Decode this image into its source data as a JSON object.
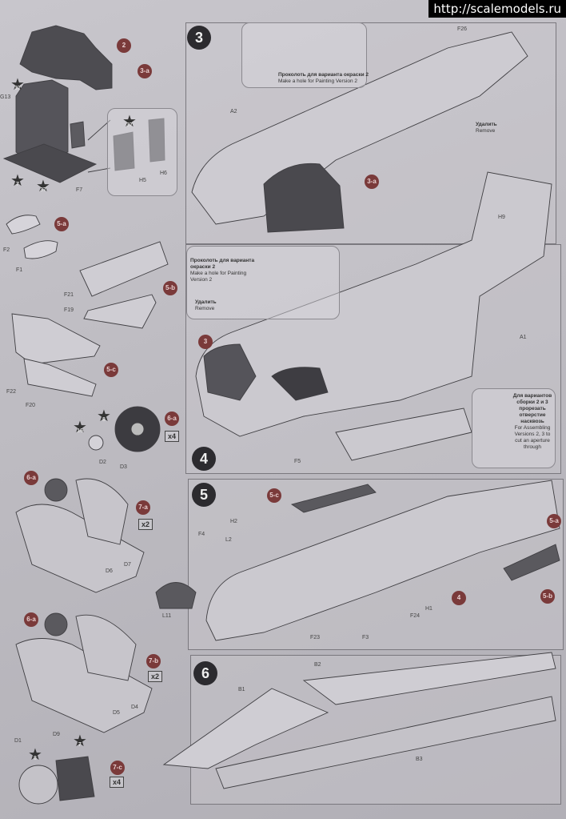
{
  "watermark": "http://scalemodels.ru",
  "steps": {
    "s3": "3",
    "s4": "4",
    "s5": "5",
    "s6": "6"
  },
  "subassemblies": {
    "a3": "3-a",
    "a5": "5-a",
    "b5": "5-b",
    "c5": "5-c",
    "a6": "6-a",
    "a7": "7-a",
    "b7": "7-b",
    "c7": "7-c",
    "ref2": "2",
    "ref3": "3",
    "ref4": "4"
  },
  "qty": {
    "q6a": "x4",
    "q7a": "x2",
    "q7b": "x2",
    "q7c": "x4"
  },
  "stars": {
    "s37a": "37",
    "s37b": "37",
    "s37c": "37",
    "s7a": "7",
    "s7b": "7",
    "s16": "16",
    "s8": "8",
    "s8b": "8"
  },
  "parts": {
    "G13": "G13",
    "F7": "F7",
    "H5": "H5",
    "H6": "H6",
    "F2": "F2",
    "F1": "F1",
    "F21": "F21",
    "F19": "F19",
    "F22": "F22",
    "F20": "F20",
    "D2": "D2",
    "D3": "D3",
    "D6": "D6",
    "D7": "D7",
    "D5": "D5",
    "D4": "D4",
    "D1": "D1",
    "D9": "D9",
    "A2": "A2",
    "F26": "F26",
    "H9": "H9",
    "A1": "A1",
    "F5": "F5",
    "H2": "H2",
    "F4": "F4",
    "L2": "L2",
    "L11": "L11",
    "F24": "F24",
    "H1": "H1",
    "F23": "F23",
    "F3": "F3",
    "B2": "B2",
    "B1": "B1",
    "B3": "B3"
  },
  "notes": {
    "hole_ru": "Проколоть для варианта окраски 2",
    "hole_en": "Make a hole for Painting Version 2",
    "remove_ru": "Удалить",
    "remove_en": "Remove",
    "hole2_ru": "Проколоть для варианта окраски 2",
    "hole2_en": "Make a hole for Painting Version 2",
    "remove2_ru": "Удалить",
    "remove2_en": "Remove",
    "cut_ru": "Для вариантов сборки 2 и 3 прорезать отверстие насквозь",
    "cut_en": "For Assembling Versions 2, 3 to cut an aperture through"
  }
}
